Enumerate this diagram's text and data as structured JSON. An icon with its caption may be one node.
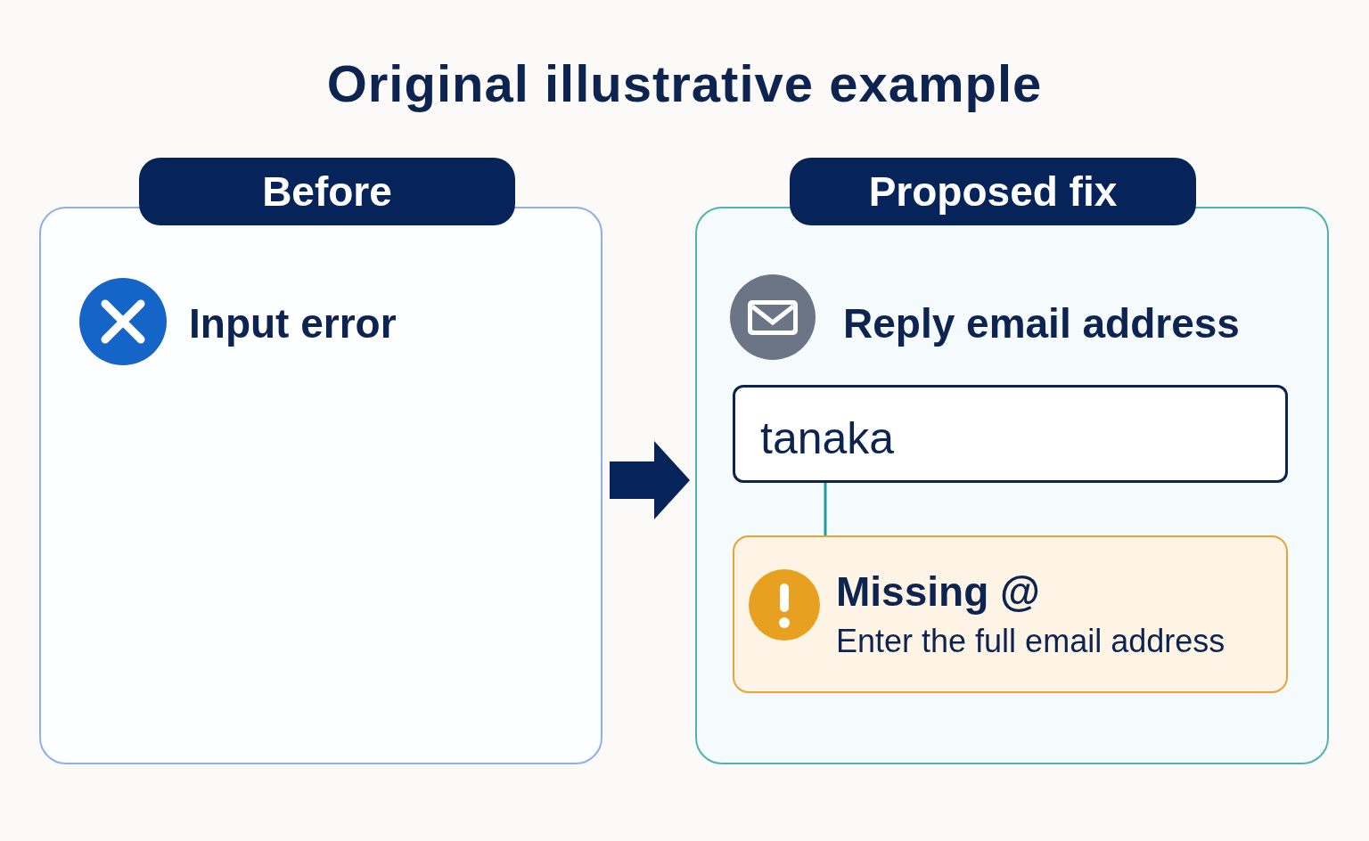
{
  "diagram": {
    "title": "Original illustrative example",
    "nodes": [
      {
        "text": [
          "Before"
        ]
      },
      {
        "text": [
          "Proposed fix"
        ]
      },
      {
        "text": [
          "tanaka"
        ],
        "in": 1
      },
      {
        "text": [
          "Missing @",
          "Enter the full email address"
        ],
        "in": 1
      }
    ],
    "edges": [
      {
        "from": 0,
        "to": 1,
        "arrow": "to",
        "style": "thick"
      },
      {
        "from": 2,
        "to": 3,
        "arrow": "none",
        "color": "#1f9e9a"
      }
    ],
    "labels": [
      "Input error",
      "Reply email address"
    ]
  }
}
